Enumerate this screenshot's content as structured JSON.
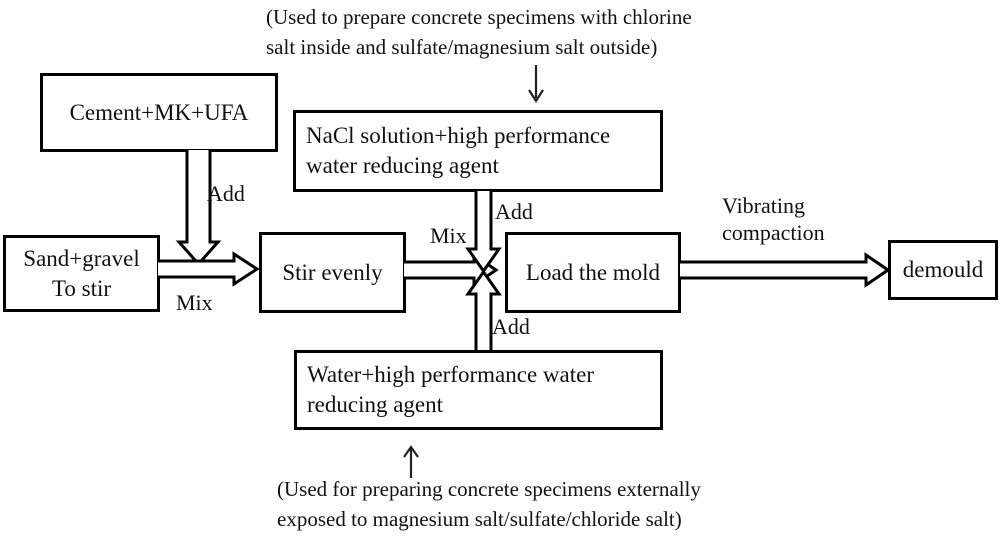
{
  "diagram": {
    "title_caption": "(Used to prepare concrete specimens with chlorine\nsalt inside and sulfate/magnesium salt outside)",
    "bottom_caption": "(Used for preparing concrete specimens externally\nexposed to magnesium salt/sulfate/chloride salt)",
    "boxes": {
      "cement": "Cement+MK+UFA",
      "nacl": "NaCl solution+high performance\nwater reducing agent",
      "sand": "Sand+gravel\nTo stir",
      "stir": "Stir evenly",
      "load": "Load the mold",
      "demould": "demould",
      "water": "Water+high performance water\nreducing agent"
    },
    "labels": {
      "add_cement": "Add",
      "mix_sand": "Mix",
      "mix_stir": "Mix",
      "add_nacl": "Add",
      "add_water": "Add",
      "vibrating": "Vibrating\ncompaction"
    },
    "colors": {
      "stroke": "#000000",
      "fill": "#ffffff",
      "text": "#111111"
    }
  }
}
